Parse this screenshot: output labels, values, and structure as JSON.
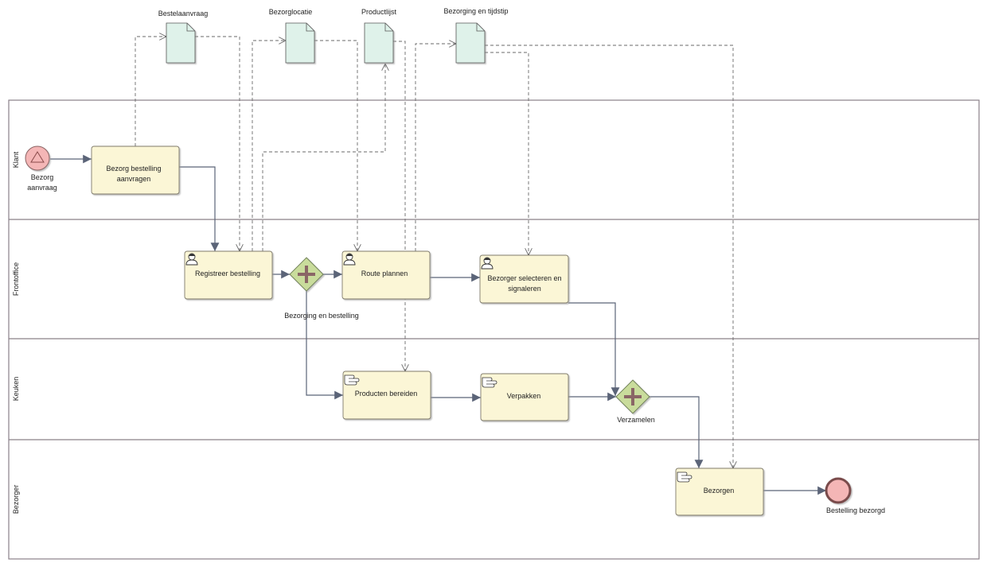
{
  "lanes": [
    {
      "name": "Klant"
    },
    {
      "name": "Frontoffice"
    },
    {
      "name": "Keuken"
    },
    {
      "name": "Bezorger"
    }
  ],
  "data_objects": [
    {
      "label": "Bestelaanvraag"
    },
    {
      "label": "Bezorglocatie"
    },
    {
      "label": "Productlijst"
    },
    {
      "label": "Bezorging en tijdstip"
    }
  ],
  "events": {
    "start": {
      "label_line1": "Bezorg",
      "label_line2": "aanvraag",
      "type": "start",
      "color": "#f4b6b6"
    },
    "end": {
      "label": "Bestelling bezorgd",
      "type": "end",
      "color": "#f4b6b6"
    }
  },
  "tasks": [
    {
      "id": "t1",
      "line1": "Bezorg bestelling",
      "line2": "aanvragen",
      "kind": "plain"
    },
    {
      "id": "t2",
      "line1": "Registreer bestelling",
      "line2": "",
      "kind": "user"
    },
    {
      "id": "t3",
      "line1": "Route plannen",
      "line2": "",
      "kind": "user"
    },
    {
      "id": "t4",
      "line1": "Bezorger selecteren en",
      "line2": "signaleren",
      "kind": "user"
    },
    {
      "id": "t5",
      "line1": "Producten bereiden",
      "line2": "",
      "kind": "manual"
    },
    {
      "id": "t6",
      "line1": "Verpakken",
      "line2": "",
      "kind": "manual"
    },
    {
      "id": "t7",
      "line1": "Bezorgen",
      "line2": "",
      "kind": "manual"
    }
  ],
  "gateways": [
    {
      "label": "Bezorging en bestelling",
      "type": "parallel"
    },
    {
      "label": "Verzamelen",
      "type": "parallel"
    }
  ],
  "colors": {
    "task_fill": "#fbf6d6",
    "data_fill": "#dff2ea",
    "gateway_fill": "#c9dc9c",
    "event_fill": "#f4b6b6",
    "flow": "#5b6478"
  }
}
